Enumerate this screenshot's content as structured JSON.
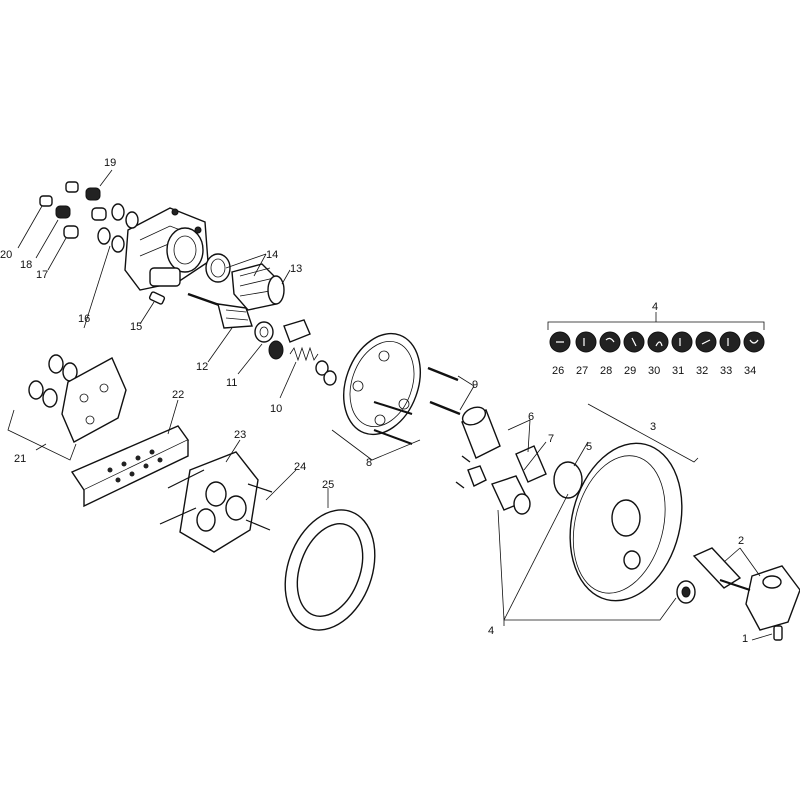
{
  "diagram": {
    "labels": {
      "p1": "1",
      "p2": "2",
      "p3": "3",
      "p4a": "4",
      "p4b": "4",
      "p5": "5",
      "p6": "6",
      "p7": "7",
      "p8": "8",
      "p9": "9",
      "p10": "10",
      "p11": "11",
      "p12": "12",
      "p13": "13",
      "p14": "14",
      "p15": "15",
      "p16": "16",
      "p17": "17",
      "p18": "18",
      "p19": "19",
      "p20": "20",
      "p21": "21",
      "p22": "22",
      "p23": "23",
      "p24": "24",
      "p25": "25",
      "p26": "26",
      "p27": "27",
      "p28": "28",
      "p29": "29",
      "p30": "30",
      "p31": "31",
      "p32": "32",
      "p33": "33",
      "p34": "34"
    }
  }
}
